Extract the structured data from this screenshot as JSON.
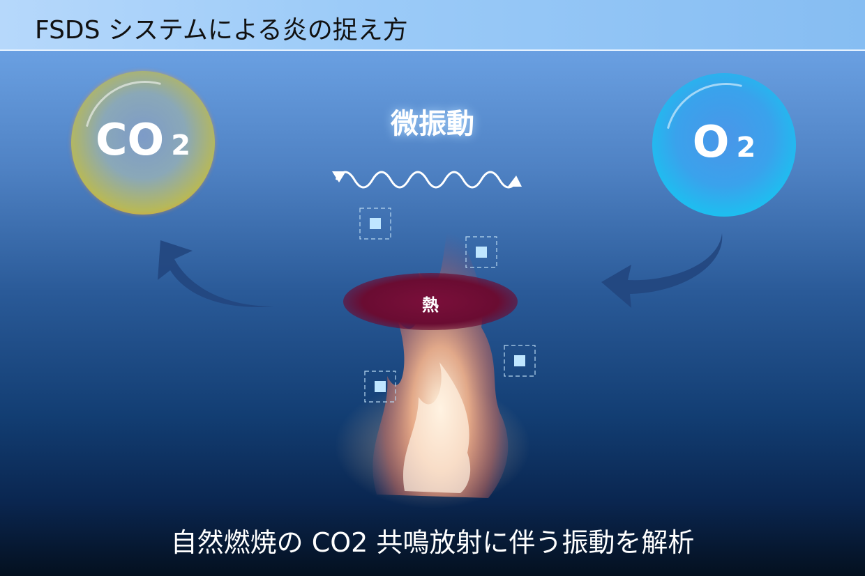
{
  "header": {
    "title": "FSDS システムによる炎の捉え方"
  },
  "diagram": {
    "co2": {
      "label": "CO",
      "sub": "2"
    },
    "o2": {
      "label": "O",
      "sub": "2"
    },
    "vibration_label": "微振動",
    "heat_label": "熱",
    "caption": "自然燃焼の CO2 共鳴放射に伴う振動を解析"
  }
}
